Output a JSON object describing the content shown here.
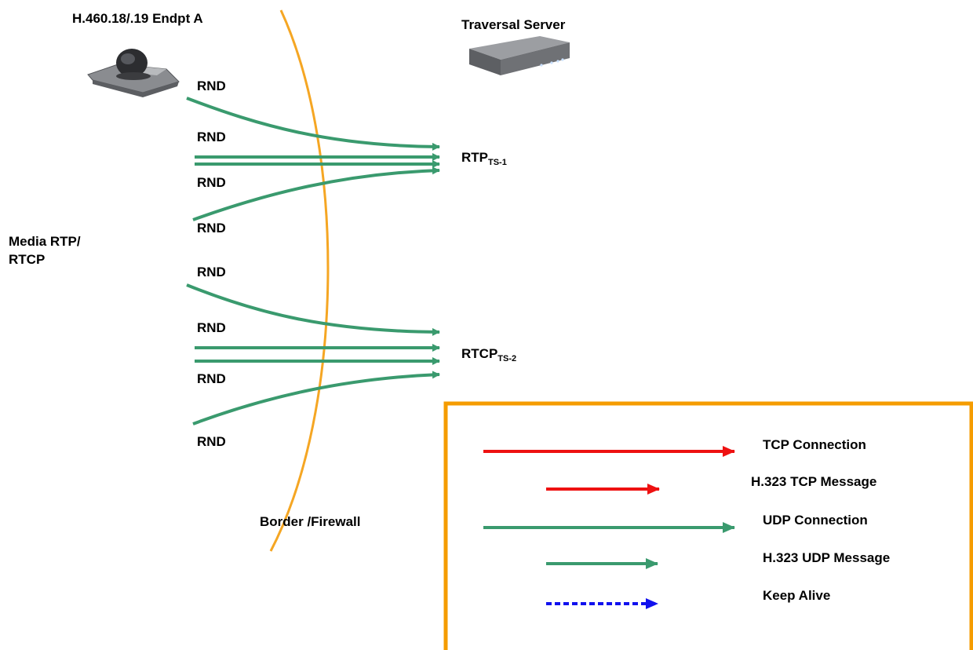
{
  "titles": {
    "endpoint": "H.460.18/.19 Endpt A",
    "server": "Traversal Server",
    "media": "Media RTP/ RTCP",
    "border": "Border /Firewall"
  },
  "ports": {
    "rnd": "RND",
    "rtp_main": "RTP",
    "rtp_sub": "TS-1",
    "rtcp_main": "RTCP",
    "rtcp_sub": "TS-2"
  },
  "legend": {
    "tcp_connection": "TCP Connection",
    "h323_tcp": "H.323 TCP Message",
    "udp_connection": "UDP Connection",
    "h323_udp": "H.323 UDP  Message",
    "keep_alive": "Keep Alive"
  },
  "colors": {
    "firewall": "#f5a623",
    "udp": "#3a9a6e",
    "tcp": "#ee1111",
    "keepalive": "#1111ee",
    "legend_border": "#f59c00"
  }
}
